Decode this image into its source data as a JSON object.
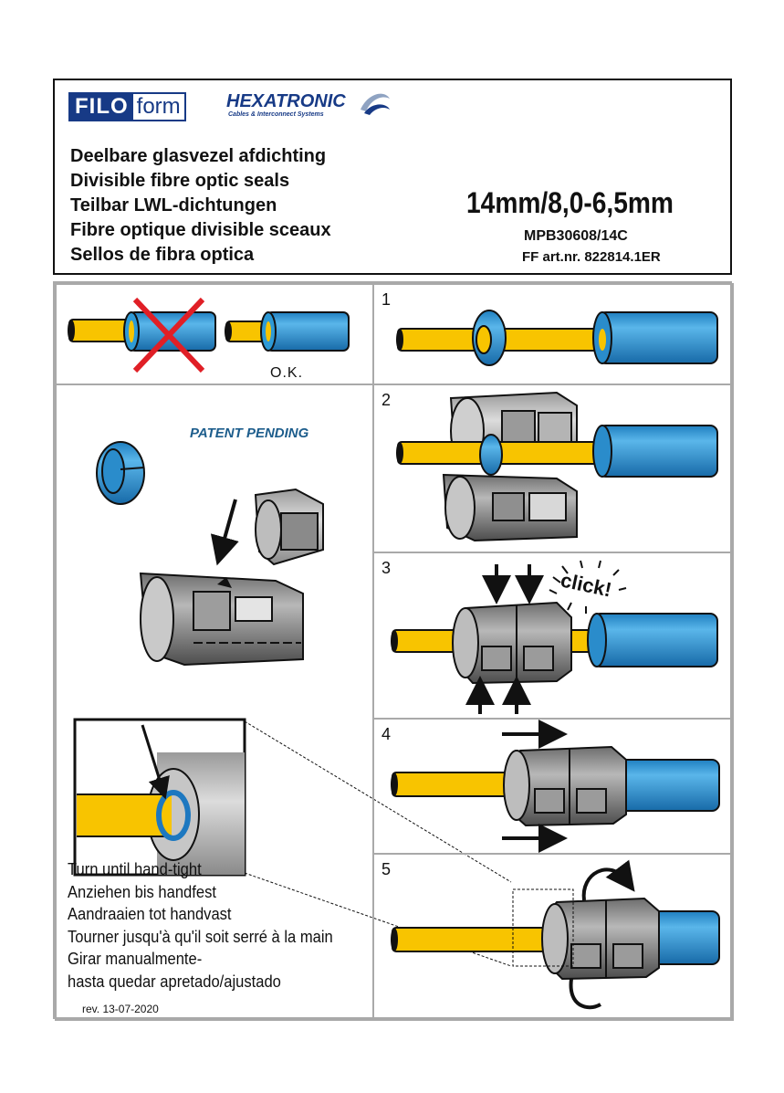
{
  "header": {
    "logo_filo_1": "FILO",
    "logo_filo_2": "form",
    "logo_hex_name": "HEXATRONIC",
    "logo_hex_sub": "Cables & Interconnect Systems",
    "titles": [
      "Deelbare glasvezel afdichting",
      "Divisible fibre optic seals",
      "Teilbar LWL-dichtungen",
      "Fibre optique divisible sceaux",
      "Sellos de fibra optica"
    ],
    "size": "14mm/8,0-6,5mm",
    "code": "MPB30608/14C",
    "ff_number": "FF art.nr. 822814.1ER"
  },
  "left": {
    "ok_label": "O.K.",
    "patent": "PATENT PENDING",
    "instructions": [
      "Turn until hand-tight",
      "Anziehen bis handfest",
      "Aandraaien tot handvast",
      "Tourner jusqu'à qu'il soit serré à la main",
      "Girar manualmente-",
      "hasta quedar apretado/ajustado"
    ],
    "revision": "rev. 13-07-2020"
  },
  "steps": {
    "s1": "1",
    "s2": "2",
    "s3": "3",
    "s4": "4",
    "s5": "5",
    "click": "click!"
  },
  "colors": {
    "brand_blue": "#173a86",
    "cable_yellow": "#f8c400",
    "tube_blue": "#2e9ad6",
    "seal_grey": "#8e8e8e",
    "wrong_red": "#e01f26"
  }
}
